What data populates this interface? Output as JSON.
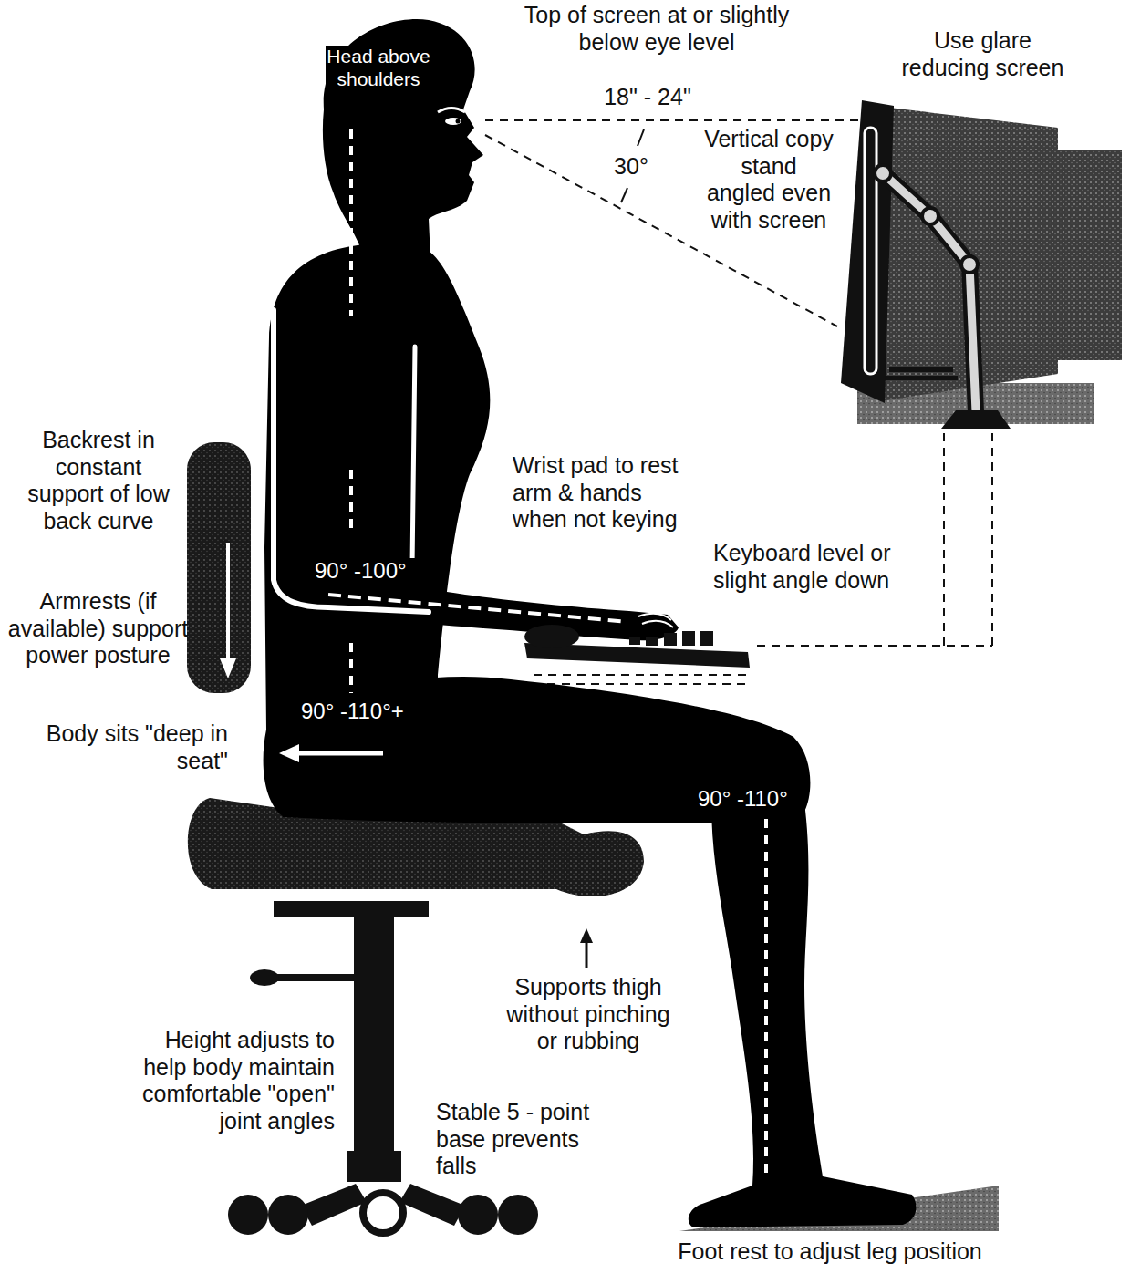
{
  "diagram": {
    "labels": [
      "Top of screen at or slightly below eye level",
      "Use glare reducing screen",
      "Head above shoulders",
      "18\" - 24\"",
      "30°",
      "Vertical copy stand angled even with screen",
      "Backrest in constant support of low back curve",
      "Wrist pad to rest arm & hands when not keying",
      "Keyboard level or slight angle down",
      "90° -100°",
      "Armrests (if available) support power posture",
      "90° -110°+",
      "Body sits \"deep in seat\"",
      "90° -110°",
      "Supports thigh without pinching or rubbing",
      "Height adjusts to help body maintain comfortable \"open\" joint angles",
      "Stable 5 - point base prevents falls",
      "Foot rest to adjust leg position"
    ]
  }
}
